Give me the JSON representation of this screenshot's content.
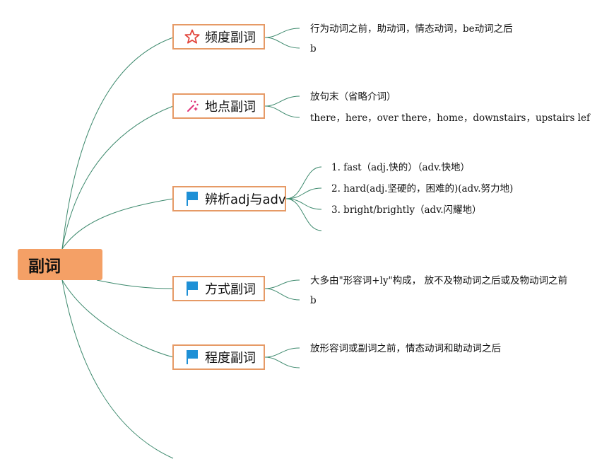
{
  "root": {
    "label": "副词"
  },
  "topics": [
    {
      "label": "频度副词",
      "icon": "star-icon",
      "details": [
        "行为动词之前，助动词，情态动词，be动词之后",
        "b"
      ]
    },
    {
      "label": "地点副词",
      "icon": "magic-wand-icon",
      "details": [
        "放句末（省略介词）",
        "there，here，over there，home，downstairs，upstairs lef"
      ]
    },
    {
      "label": "辨析adj与adv",
      "icon": "flag-icon",
      "details": [
        "1. fast（adj.快的）（adv.快地）",
        "2. hard(adj.坚硬的，困难的)(adv.努力地)",
        "3. bright/brightly（adv.闪耀地）"
      ]
    },
    {
      "label": "方式副词",
      "icon": "flag-icon",
      "details": [
        "大多由\"形容词+ly\"构成， 放不及物动词之后或及物动词之前",
        "b"
      ]
    },
    {
      "label": "程度副词",
      "icon": "flag-icon",
      "details": [
        "放形容词或副词之前，情态动词和助动词之后"
      ]
    }
  ],
  "colors": {
    "root_fill": "#f4a066",
    "topic_border": "#e69a66",
    "connector": "#3e8a6e",
    "star": "#e2453c",
    "wand": "#e0357a",
    "flag": "#1e90d6"
  }
}
